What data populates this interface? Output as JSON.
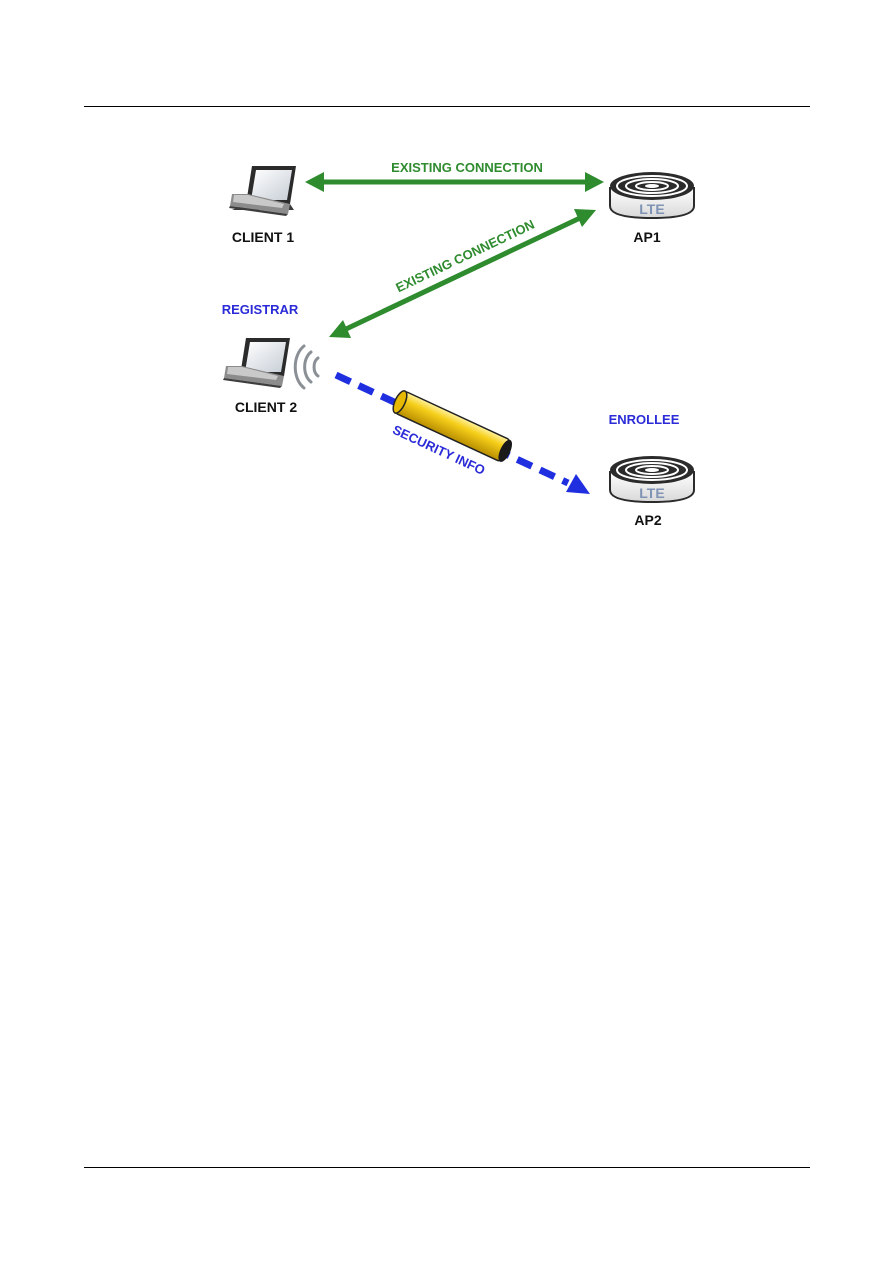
{
  "colors": {
    "connection": "#2e8b2e",
    "security": "#1f2fe0",
    "label_blue": "#2b2bd8",
    "device_label": "#111111",
    "tube_fill": "#f2c400",
    "rule": "#000000"
  },
  "nodes": {
    "client1": {
      "label": "CLIENT 1",
      "icon": "laptop-icon"
    },
    "client2": {
      "label": "CLIENT 2",
      "icon": "laptop-icon",
      "role": "REGISTRAR"
    },
    "ap1": {
      "label": "AP1",
      "icon": "lte-router-icon",
      "badge": "LTE"
    },
    "ap2": {
      "label": "AP2",
      "icon": "lte-router-icon",
      "badge": "LTE",
      "role": "ENROLLEE"
    }
  },
  "edges": {
    "client1_ap1": {
      "label": "EXISTING CONNECTION",
      "style": "solid-double-arrow"
    },
    "client2_ap1": {
      "label": "EXISTING CONNECTION",
      "style": "solid-double-arrow"
    },
    "client2_ap2": {
      "label": "SECURITY INFO",
      "style": "dashed-arrow"
    }
  }
}
